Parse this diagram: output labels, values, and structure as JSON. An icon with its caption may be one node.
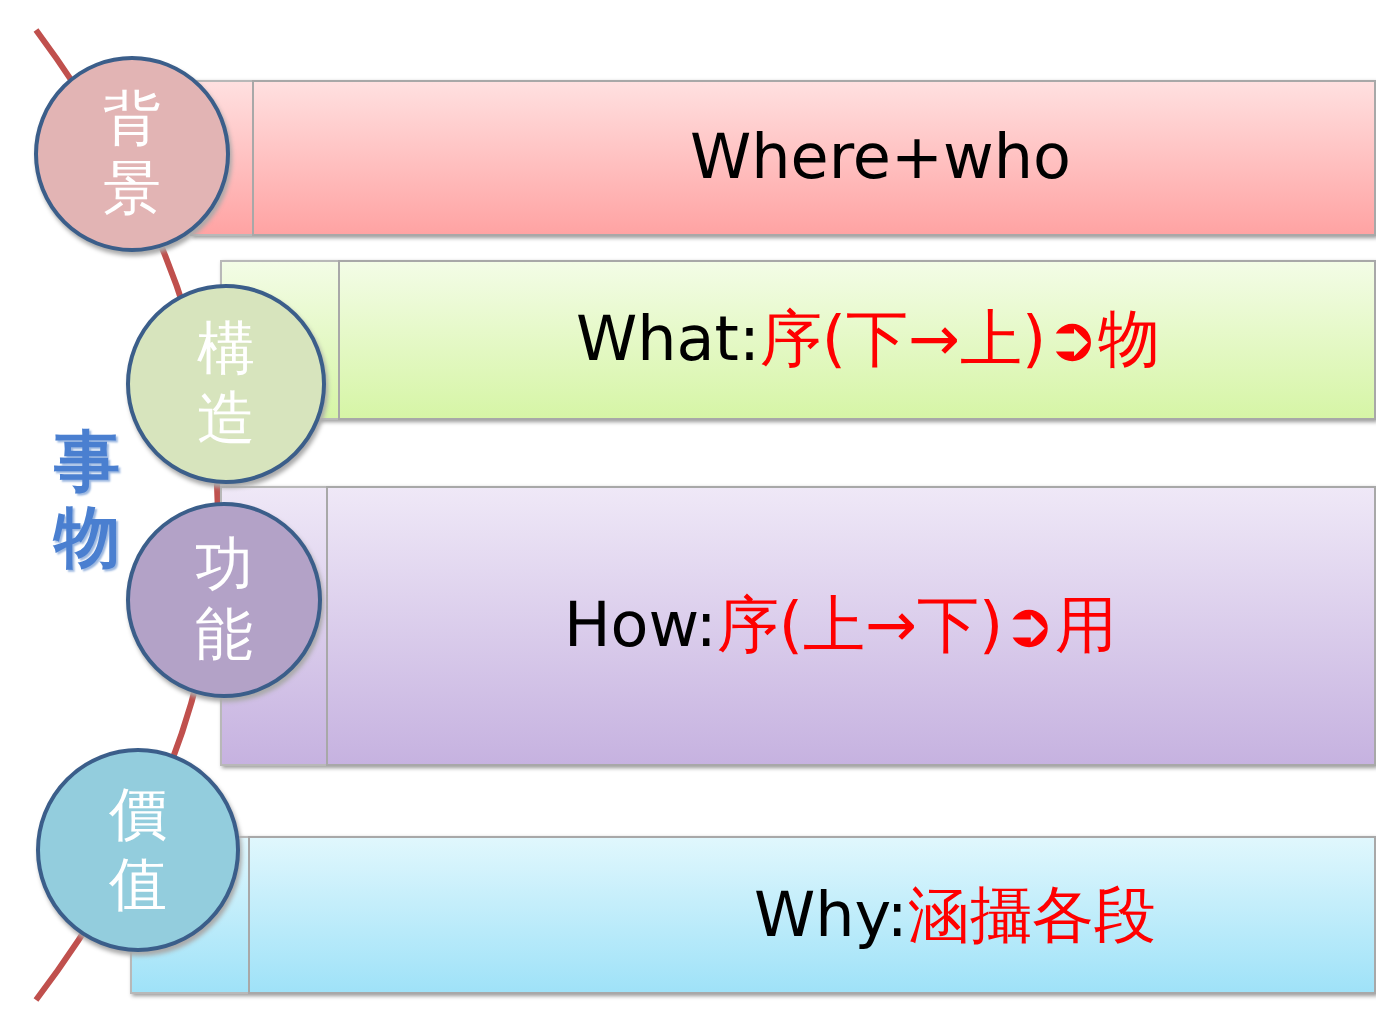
{
  "diagram": {
    "nodes": [
      {
        "text": [
          "背景"
        ]
      },
      {
        "text": [
          "Where+who"
        ]
      },
      {
        "text": [
          "構造"
        ]
      },
      {
        "text": [
          "What:",
          "序(下→上)➲物"
        ]
      },
      {
        "text": [
          "功能"
        ]
      },
      {
        "text": [
          "How:",
          "序(上→下)➲用"
        ]
      },
      {
        "text": [
          "價值"
        ]
      },
      {
        "text": [
          "Why:",
          "涵攝各段"
        ]
      }
    ],
    "labels": [
      "事物"
    ]
  }
}
